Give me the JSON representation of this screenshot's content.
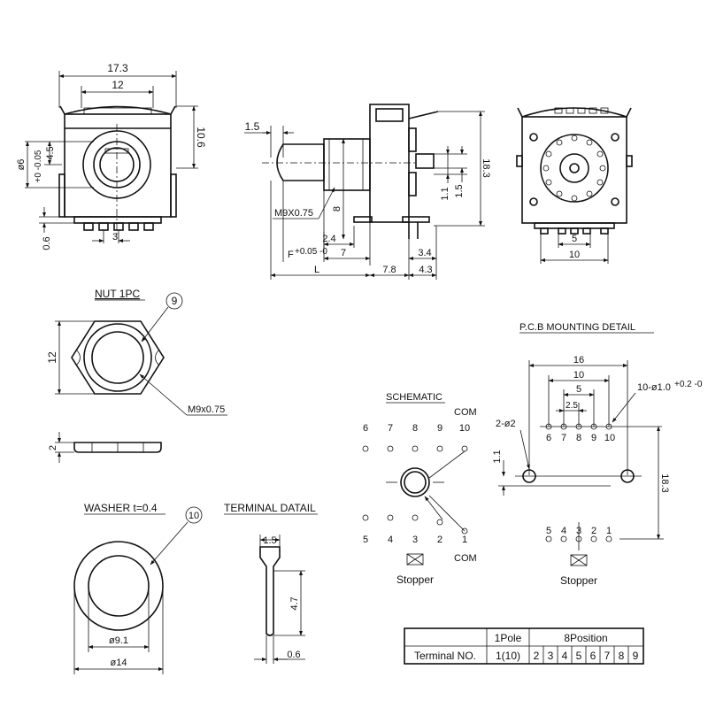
{
  "front_view": {
    "width": "17.3",
    "inner_width": "12",
    "height": "10.6",
    "shaft_dia": "ø6",
    "shaft_tol": "+0 -0.05",
    "shaft_offset": "4.5",
    "terminal_pitch": "3",
    "base_gap": "0.6"
  },
  "side_view": {
    "shaft_flat": "1.5",
    "thread": "M9X0.75",
    "dim_8": "8",
    "dim_24": "2.4",
    "f_label": "F",
    "f_tol": "+0.05 -0",
    "dim_7": "7",
    "len_L": "L",
    "dim_78": "7.8",
    "dim_43": "4.3",
    "dim_34": "3.4",
    "dim_183": "18.3",
    "dim_11": "1.1",
    "dim_15": "1.5"
  },
  "back_view": {
    "dim_5": "5",
    "dim_10": "10"
  },
  "nut": {
    "title": "NUT 1PC",
    "callout": "9",
    "height": "12",
    "thread": "M9x0.75",
    "thickness": "2"
  },
  "washer": {
    "title": "WASHER t=0.4",
    "callout": "10",
    "inner_dia": "ø9.1",
    "outer_dia": "ø14"
  },
  "terminal": {
    "title": "TERMINAL DATAIL",
    "width": "1.5",
    "length": "4.7",
    "thickness": "0.6"
  },
  "schematic": {
    "title": "SCHEMATIC",
    "top_labels": [
      "6",
      "7",
      "8",
      "9",
      "10"
    ],
    "bottom_labels": [
      "5",
      "4",
      "3",
      "2",
      "1"
    ],
    "com": "COM",
    "stopper": "Stopper"
  },
  "pcb": {
    "title": "P.C.B MOUNTING DETAIL",
    "dim_16": "16",
    "dim_10": "10",
    "dim_5": "5",
    "dim_25": "2.5",
    "hole_spec": "10-ø1.0",
    "hole_tol": "+0.2 -0",
    "mount_spec": "2-ø2",
    "dim_11": "1.1",
    "dim_183": "18.3",
    "top_labels": [
      "6",
      "7",
      "8",
      "9",
      "10"
    ],
    "bottom_labels": [
      "5",
      "4",
      "3",
      "2",
      "1"
    ],
    "stopper": "Stopper"
  },
  "table": {
    "row1": [
      "",
      "1Pole",
      "8Position"
    ],
    "row2_head": "Terminal NO.",
    "row2_pole": "1(10)",
    "row2_positions": [
      "2",
      "3",
      "4",
      "5",
      "6",
      "7",
      "8",
      "9"
    ]
  }
}
